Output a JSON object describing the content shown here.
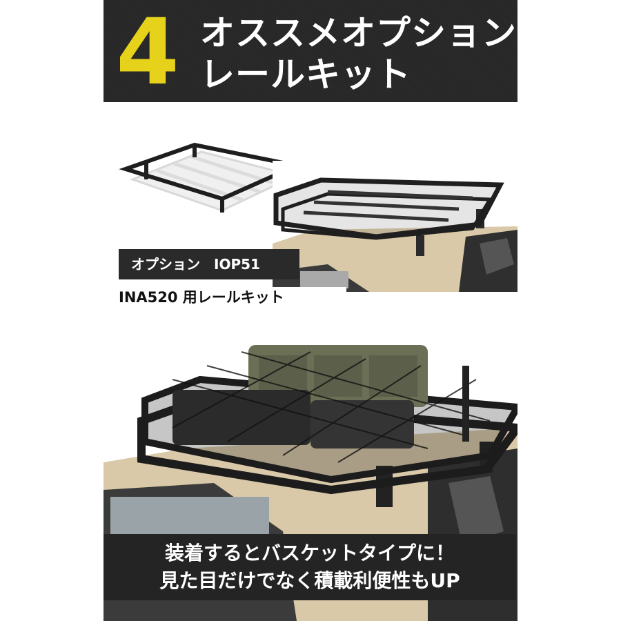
{
  "header": {
    "number": "4",
    "title_line1": "オススメオプション",
    "title_line2": "レールキット"
  },
  "option": {
    "badge": "オプション　IOP51",
    "kit_label": "INA520 用レールキット"
  },
  "promo": {
    "line1": "装着するとバスケットタイプに！",
    "line2": "見た目だけでなく積載利便性もUP"
  },
  "colors": {
    "header_bg": "#2b2b2b",
    "accent_yellow": "#e6d21b",
    "car_body": "#d9c9a8",
    "rack": "#2a2a2a",
    "cargo": "#6b6f55"
  }
}
